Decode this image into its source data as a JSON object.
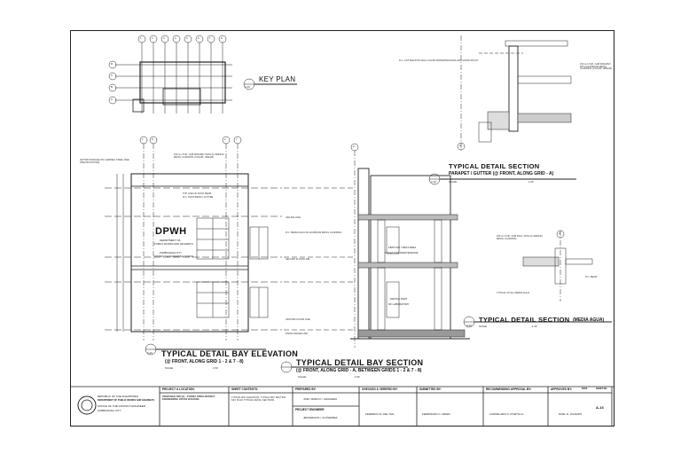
{
  "key_plan": {
    "title": "KEY PLAN",
    "sheet_ref": "A-16",
    "grid_numbers": [
      "1",
      "2",
      "3",
      "4",
      "5",
      "6",
      "7",
      "8"
    ],
    "grid_letters": [
      "D",
      "C",
      "B",
      "A"
    ]
  },
  "elevation": {
    "title": "TYPICAL DETAIL BAY ELEVATION",
    "subtitle": "(@ FRONT, ALONG GRID 1 - 2 & 7 - 8)",
    "scale_label": "SCALE",
    "scale_value": "1:50",
    "sheet_ref": "A-16",
    "grid_tags": [
      "1",
      "8",
      "2",
      "7"
    ],
    "logo_text": "DPWH",
    "logo_sub1": "DEPARTMENT OF",
    "logo_sub2": "PUBLIC WORKS AND HIGHWAYS",
    "logo_sub3": "ZAMBOANGA CITY",
    "logo_sub4": "DISTRICT ENGINEERING OFFICE"
  },
  "section": {
    "title": "TYPICAL DETAIL BAY SECTION",
    "subtitle": "(@ FRONT, ALONG GRID - A, BETWEEN GRIDS 1 - 2 & 7 - 8)",
    "scale_label": "SCALE",
    "scale_value": "1:50",
    "room_upper": "FIRST AID / REST AREA",
    "room_upper2": "TOILET FOR MAINTENANCE",
    "room_lower": "PARTIAL PART",
    "room_lower2": "OF LABORATORY",
    "grid_tag": "A"
  },
  "parapet": {
    "title": "TYPICAL DETAIL SECTION",
    "subtitle": "PARAPET / GUTTER (@ FRONT, ALONG GRID - A)",
    "scale_label": "SCALE",
    "scale_value": "1:20",
    "sheet_ref": "A-16",
    "grid_tag": "A"
  },
  "media_agua": {
    "title": "TYPICAL DETAIL SECTION",
    "subtitle": "(MEDIA AGUA)",
    "scale_label": "SCALE",
    "scale_value": "1:20",
    "sheet_ref": "A-16",
    "grid_tag": "A"
  },
  "notes": {
    "gutter_note": "R.C. GUTTER WITH WALL FLOOR WATERPROOFING AND DOWN SPOUT",
    "parapet_note": "150 mm THK. CHB PARAPET WITH ALUMINUM METAL CLADDING (COLOR: CREAM)",
    "roof_beam": "R.C. ROOF BEAM / GUTTER",
    "top_roof": "TOP LINE OF ROOF BEAM",
    "ceiling_line": "CEILING LINE",
    "second_floor": "SECOND FLOOR LINE",
    "ground_floor": "GROUND FLOOR LINE",
    "finish_grade": "FINISH GRADE LINE",
    "letter_signage": "LETTER SIGNAGE ON CHANNEL STEEL (SEE SPECIFICATIONS)",
    "media_agua_note": "R.C. MEDIA AGUA W/ ALUMINUM METAL CLADDING",
    "section_note_1": "150 mm THK. CHB WALL WITH ALUMINUM METAL CLADDING",
    "section_note_2": "R.C. BEAM",
    "section_note_3": "TYPICAL ON ALL MEDIA AGUA"
  },
  "title_block": {
    "agency1": "REPUBLIC OF THE PHILIPPINES",
    "agency2": "DEPARTMENT OF PUBLIC WORKS AND HIGHWAYS",
    "agency3": "OFFICE OF THE DISTRICT ENGINEER",
    "agency4": "ZAMBOANGA CITY",
    "project_label": "PROJECT & LOCATION:",
    "project_value": "PROPOSED TWO (2) - STOREY DPWH DISTRICT ENGINEERING OFFICE BUILDING",
    "contents_label": "SHEET CONTENTS:",
    "contents_value": "TYPICAL BAY ELEVATION, TYPICAL BAY SECTION, KEY PLAN, TYPICAL DETAIL SECTIONS",
    "prepared_label": "PREPARED BY:",
    "prepared_name": "JOEY MARCO I. GRAGERA",
    "designer_label": "PROJECT ENGINEER",
    "designer_name": "JEFFERSON I. GUTIERREZ",
    "checked_label": "CHECKED & VERIFIED BY:",
    "checked_name": "FEDERICO R. DEL SOL",
    "submitted_label": "SUBMITTED BY:",
    "submitted_name": "FERDINAND C. ADMIN",
    "recommending_label": "RECOMMENDING APPROVAL BY:",
    "recommending_name": "CANDELARIO F. PORTILLO",
    "approved_label": "APPROVED BY:",
    "approved_name": "NOEL R. OCAMPO",
    "sheet_label": "SHEET NO.",
    "sheet_no": "A-16",
    "date_label": "DATE"
  }
}
